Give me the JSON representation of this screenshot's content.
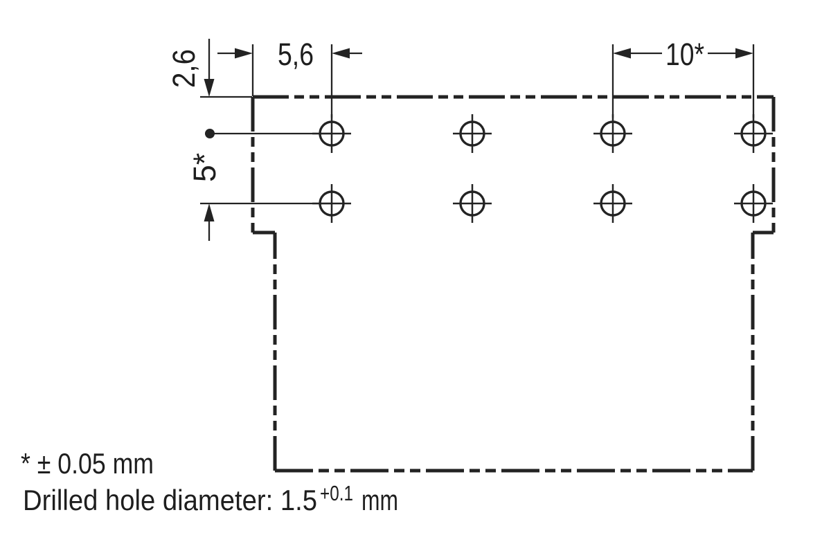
{
  "dimensions": {
    "top_edge_to_first_row": "2,6",
    "left_edge_to_first_column": "5,6",
    "column_pitch": "10*",
    "row_pitch": "5*"
  },
  "footnotes": {
    "asterisk_tolerance": "* ± 0.05 mm",
    "drill_note_prefix": "Drilled hole diameter: 1.5",
    "drill_note_superscript": "+0.1",
    "drill_note_suffix": "mm"
  },
  "drawing": {
    "type": "connector-drilling-plan",
    "units": "mm",
    "line_color": "#232323",
    "background_color": "#ffffff",
    "holes": {
      "count": 8,
      "rows_mm_from_top_edge": [
        2.6,
        7.6
      ],
      "columns_mm_from_left_edge": [
        5.6,
        15.6,
        25.6,
        35.6
      ],
      "column_pitch_mm": 10,
      "row_pitch_mm": 5,
      "pitch_tolerance_mm": 0.05,
      "drilled_hole_diameter_mm": 1.5,
      "diameter_tolerance": "+0.1"
    }
  }
}
